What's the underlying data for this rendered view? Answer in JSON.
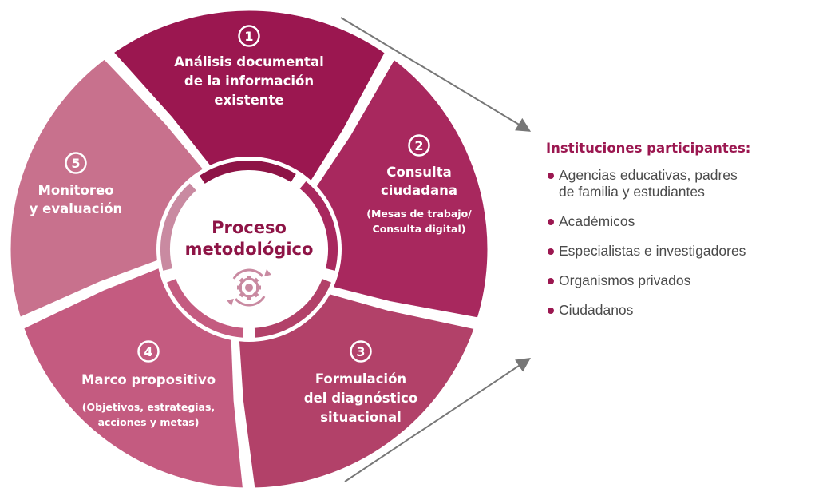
{
  "colors": {
    "seg1": "#9b1750",
    "seg2": "#a8285e",
    "seg3": "#b24169",
    "seg4": "#c45b80",
    "seg5": "#c8718d",
    "ring_dark": "#8e1446",
    "ring_light": "#c98aa1",
    "center_text": "#8e1446",
    "accent": "#9b1750",
    "arrow": "#777777",
    "list_text": "#4a4a4a"
  },
  "diagram": {
    "center_title": [
      "Proceso",
      "metodológico"
    ],
    "center_icon": "gear-cycle-icon",
    "segments": [
      {
        "number": "1",
        "title": [
          "Análisis documental",
          "de la información",
          "existente"
        ],
        "subtitle": []
      },
      {
        "number": "2",
        "title": [
          "Consulta",
          "ciudadana"
        ],
        "subtitle": [
          "(Mesas de trabajo/",
          "Consulta digital)"
        ]
      },
      {
        "number": "3",
        "title": [
          "Formulación",
          "del diagnóstico",
          "situacional"
        ],
        "subtitle": []
      },
      {
        "number": "4",
        "title": [
          "Marco propositivo"
        ],
        "subtitle": [
          "(Objetivos, estrategias,",
          "acciones y metas)"
        ]
      },
      {
        "number": "5",
        "title": [
          "Monitoreo",
          "y evaluación"
        ],
        "subtitle": []
      }
    ]
  },
  "institutions": {
    "title": "Instituciones participantes:",
    "items": [
      "Agencias educativas, padres\nde familia y estudiantes",
      "Académicos",
      "Especialistas e investigadores",
      "Organismos privados",
      "Ciudadanos"
    ]
  }
}
